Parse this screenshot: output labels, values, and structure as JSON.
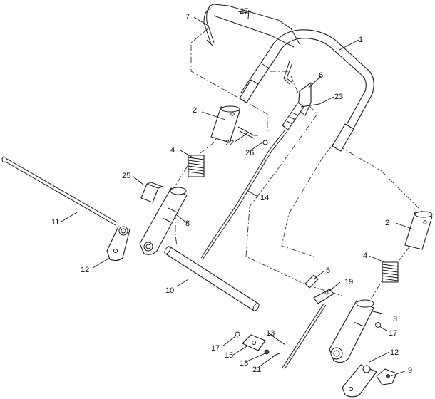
{
  "callouts": {
    "c1": "1",
    "c2a": "2",
    "c2b": "2",
    "c3": "3",
    "c4a": "4",
    "c4b": "4",
    "c5": "5",
    "c6": "6",
    "c7": "7",
    "c8": "8",
    "c9": "9",
    "c10": "10",
    "c11": "11",
    "c12a": "12",
    "c12b": "12",
    "c13": "13",
    "c14": "14",
    "c15": "15",
    "c17a": "17",
    "c17b": "17",
    "c18": "18",
    "c19": "19",
    "c21": "21",
    "c22": "22",
    "c23": "23",
    "c25": "25",
    "c26": "26",
    "c27": "27"
  }
}
